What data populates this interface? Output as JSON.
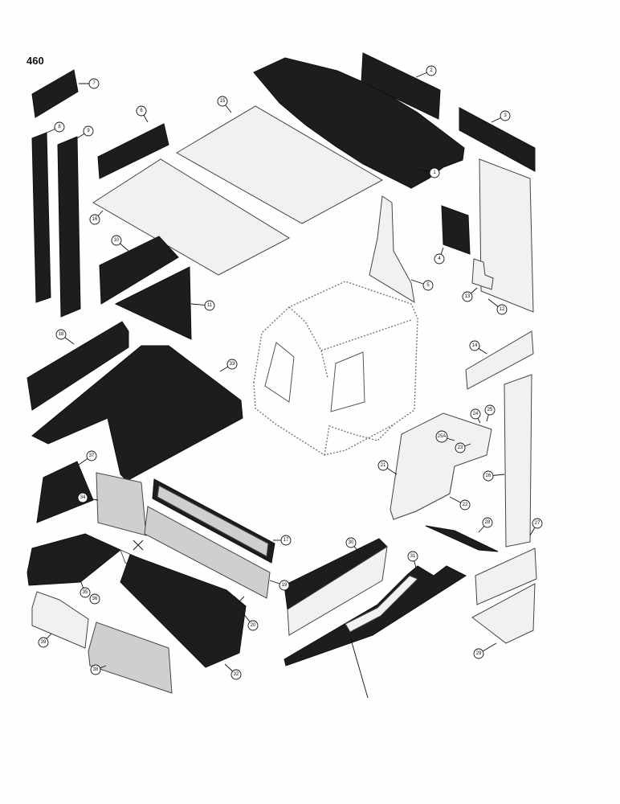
{
  "page_number": "460",
  "callouts": [
    "1",
    "2",
    "3",
    "4",
    "5",
    "6",
    "7",
    "8",
    "9",
    "10",
    "11",
    "12",
    "13",
    "14",
    "15",
    "16",
    "17",
    "18",
    "19",
    "20",
    "21",
    "22",
    "23",
    "24",
    "25",
    "25A",
    "26",
    "27",
    "28",
    "29",
    "30",
    "31",
    "32",
    "33",
    "34",
    "35",
    "36",
    "37",
    "38",
    "39"
  ]
}
